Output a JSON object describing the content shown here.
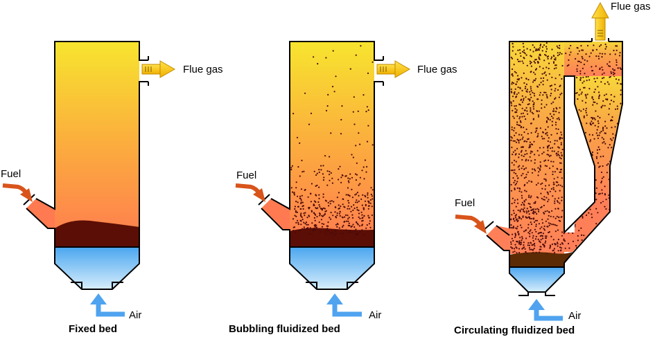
{
  "diagrams": [
    {
      "title": "Fixed bed",
      "fuel_label": "Fuel",
      "air_label": "Air",
      "flue_label": "Flue gas"
    },
    {
      "title": "Bubbling fluidized bed",
      "fuel_label": "Fuel",
      "air_label": "Air",
      "flue_label": "Flue gas"
    },
    {
      "title": "Circulating fluidized bed",
      "fuel_label": "Fuel",
      "air_label": "Air",
      "flue_label": "Flue gas"
    }
  ],
  "colors": {
    "gas_top": "#f7e52e",
    "gas_bottom": "#ff7a50",
    "bed": "#5b0e05",
    "plenum_top": "#4aa6f0",
    "plenum_bottom": "#d8eefc",
    "air_arrow": "#4fa3ef",
    "fuel_arrow": "#d8541b",
    "flue_arrow": "#f4c20d",
    "particle": "#4a0a0a"
  }
}
